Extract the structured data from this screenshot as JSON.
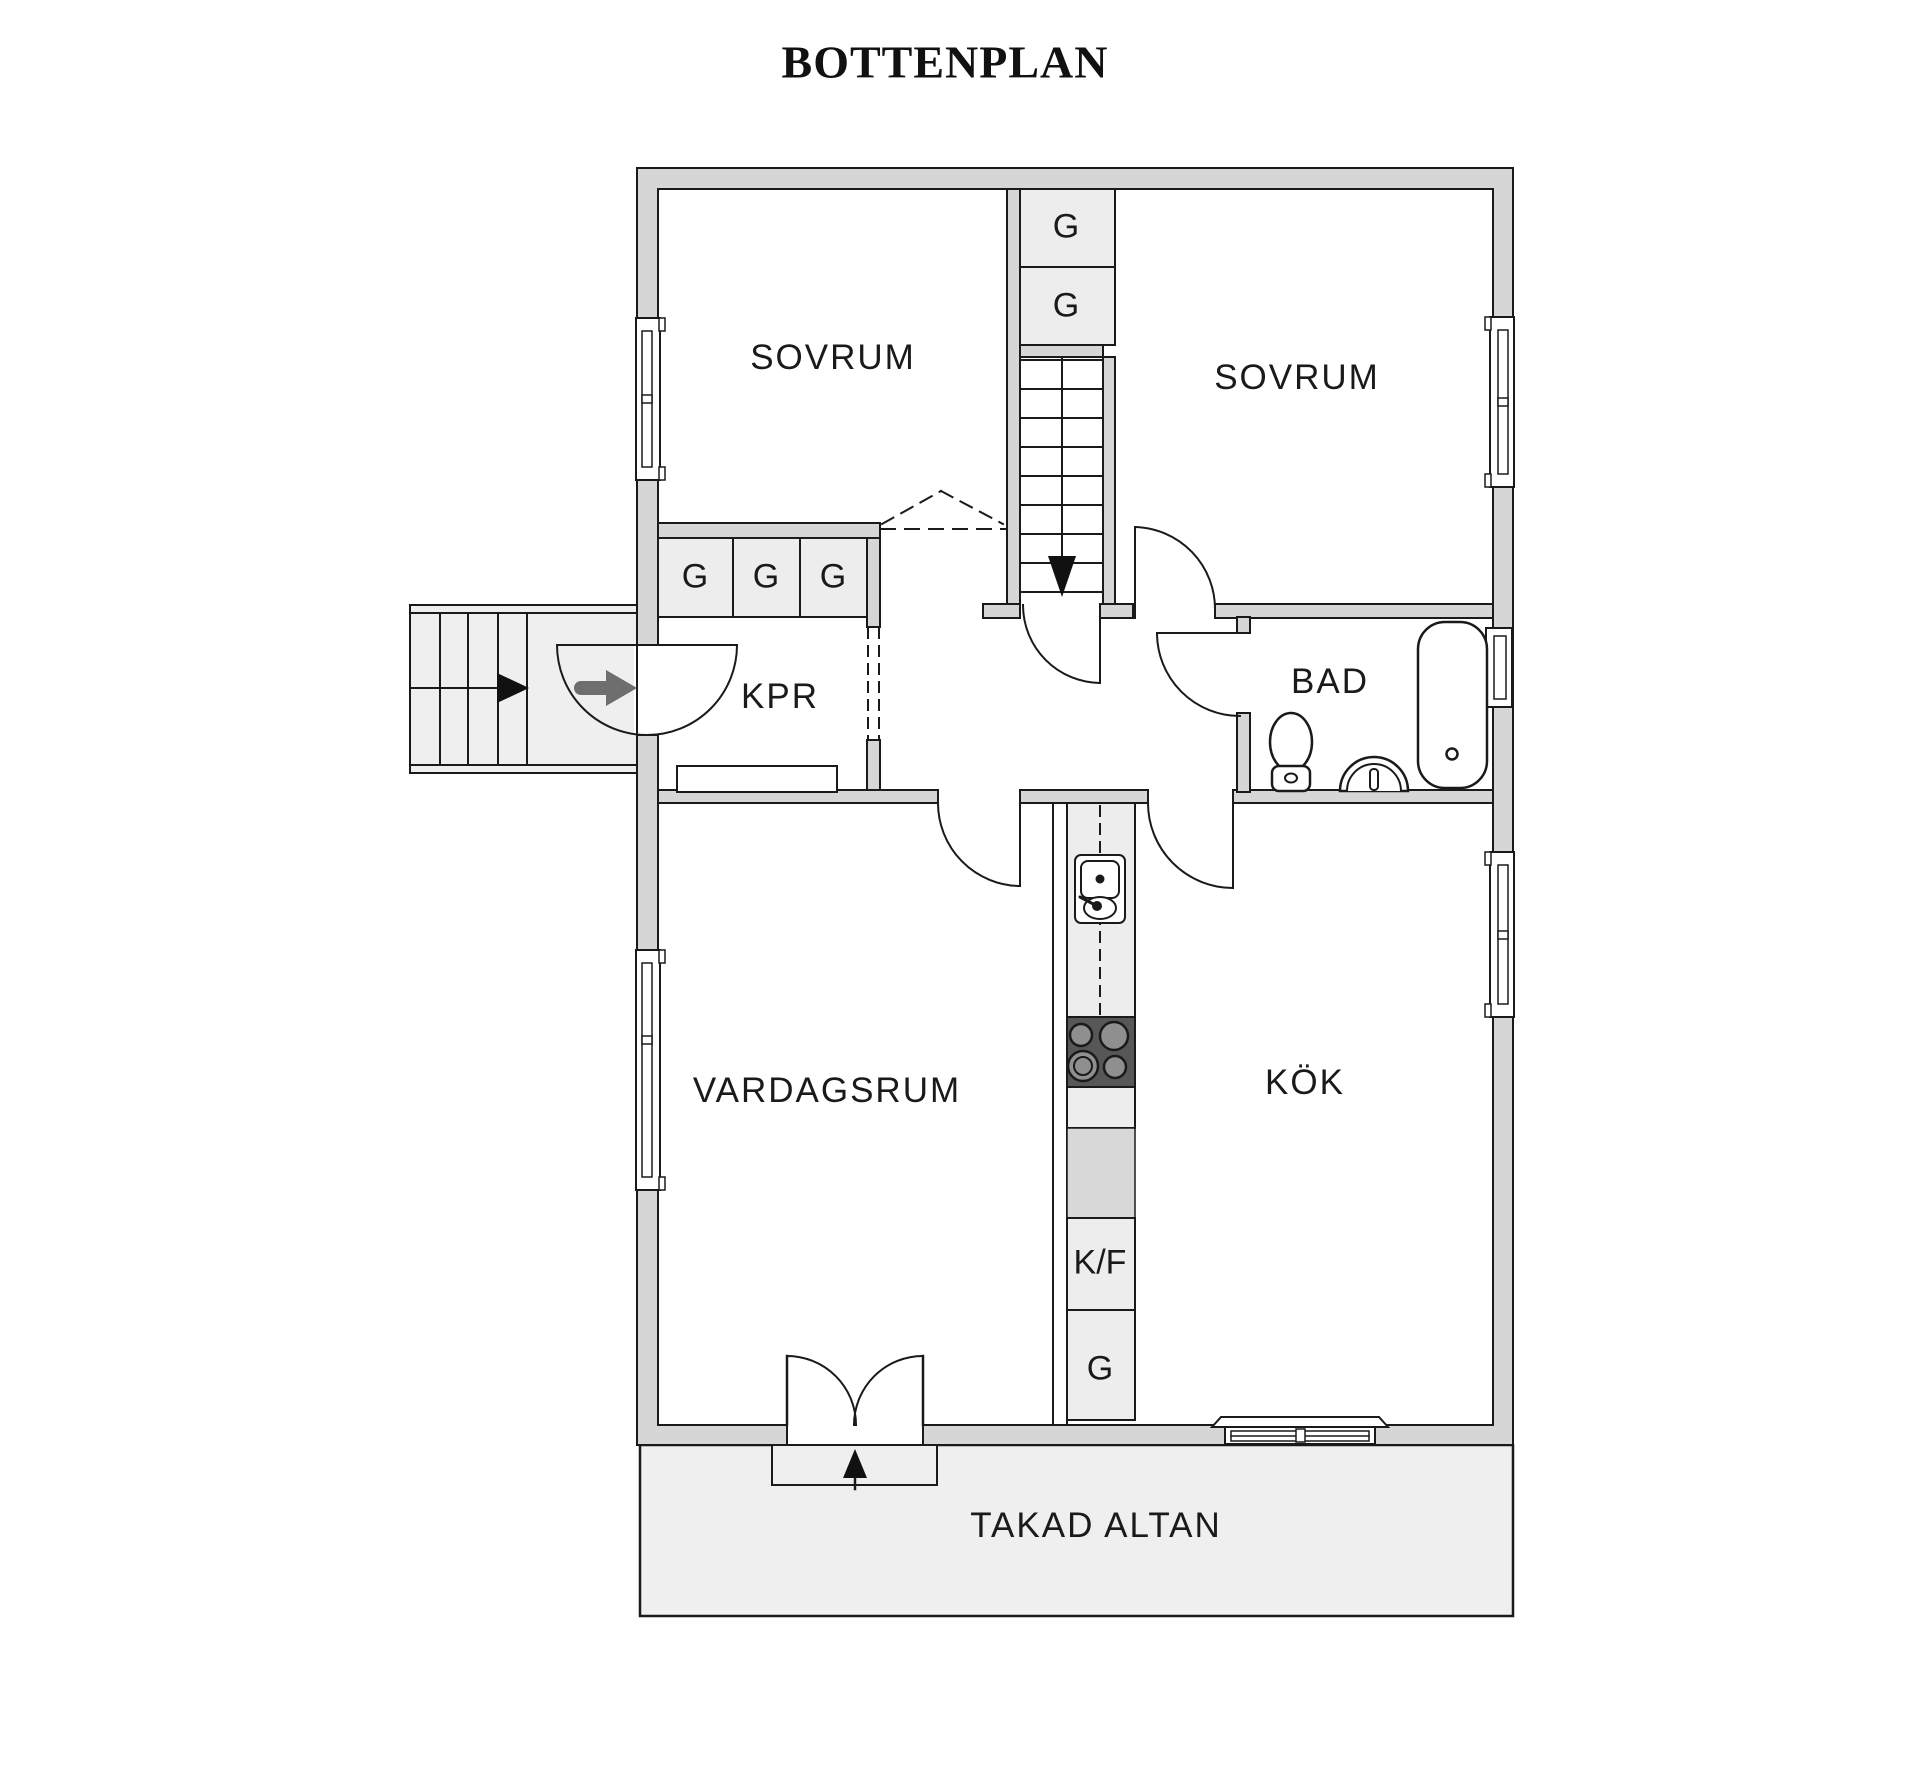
{
  "title": "BOTTENPLAN",
  "rooms": {
    "bedroom_left": "SOVRUM",
    "bedroom_right": "SOVRUM",
    "kpr": "KPR",
    "bathroom": "BAD",
    "living_room": "VARDAGSRUM",
    "kitchen": "KÖK",
    "terrace": "TAKAD ALTAN"
  },
  "fixtures": {
    "wardrobe": "G",
    "fridge_freezer": "K/F"
  },
  "colors": {
    "wall_fill": "#d6d6d6",
    "room_fill": "#ffffff",
    "closet_fill": "#ededed",
    "stair_fill": "#efefef",
    "terrace_fill": "#efefef",
    "counter_gap_fill": "#d8d8d8",
    "stove_fill": "#575757",
    "burner_fill": "#8f8f8f",
    "entry_arrow_gray": "#6e6e6e",
    "line": "#1a1a1a"
  }
}
